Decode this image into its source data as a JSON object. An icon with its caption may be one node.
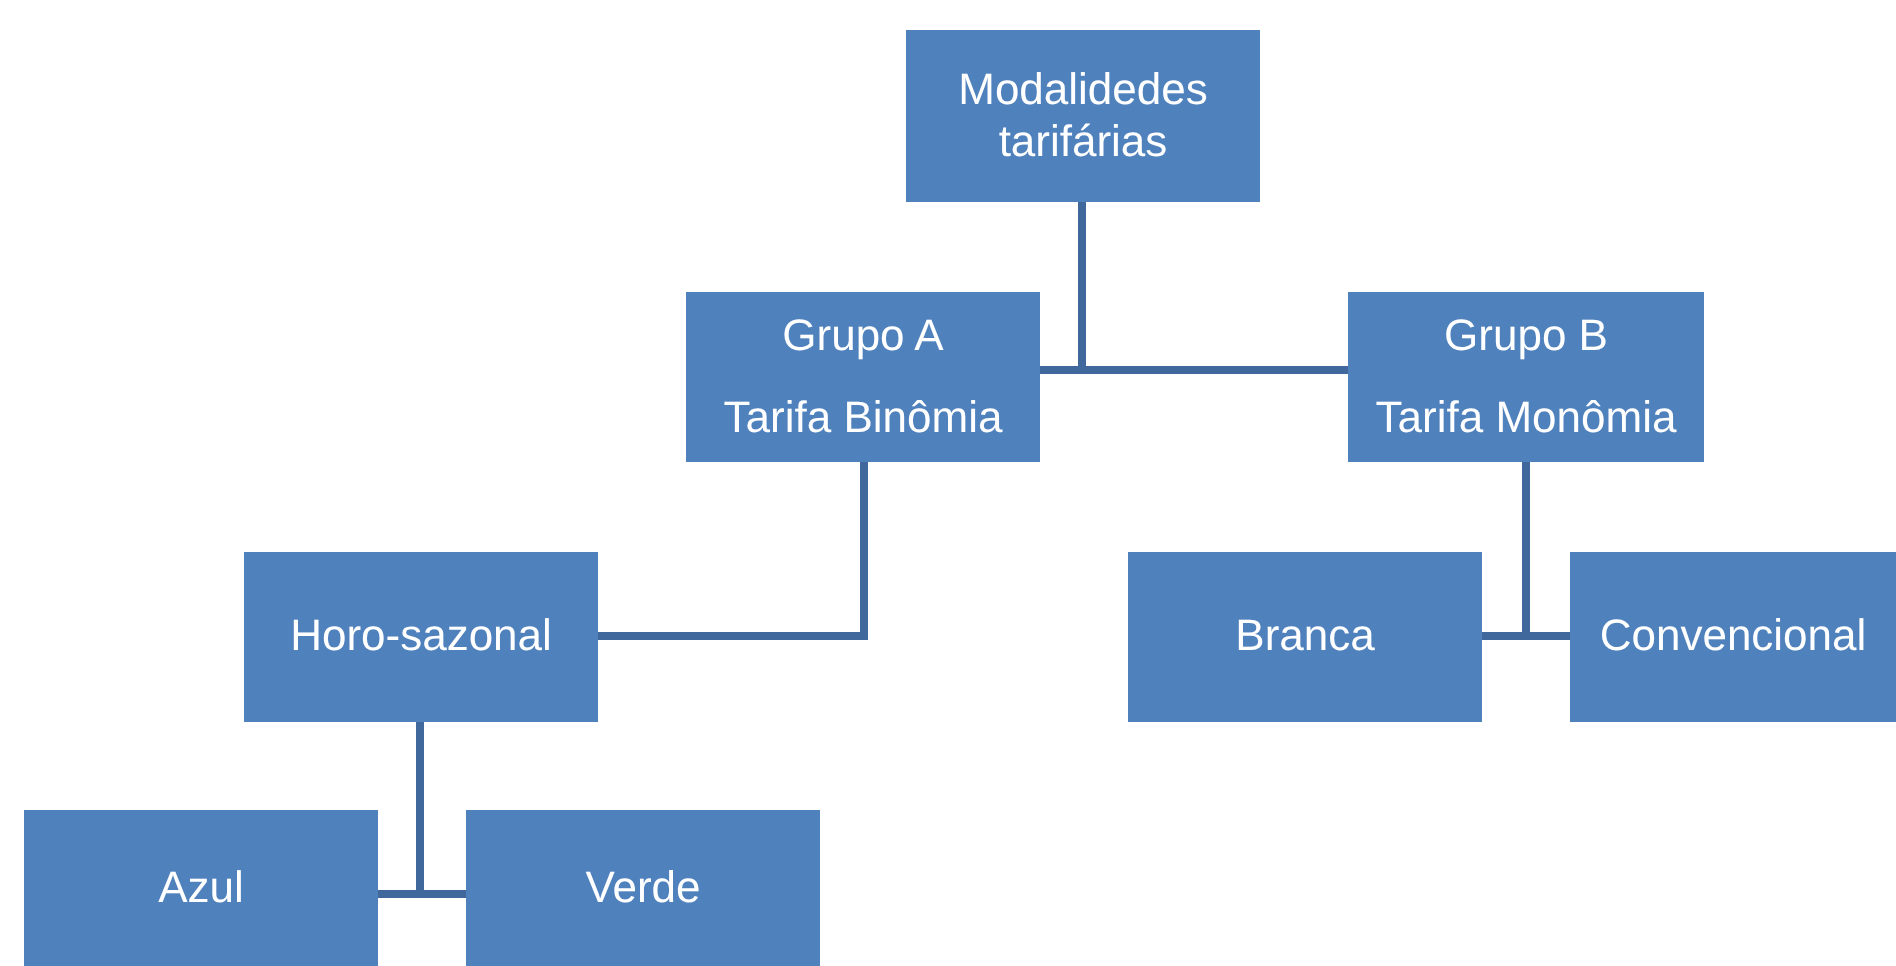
{
  "diagram": {
    "nodes": [
      {
        "text": [
          "Modalidedes tarifárias"
        ]
      },
      {
        "text": [
          "Grupo A",
          "Tarifa Binômia"
        ]
      },
      {
        "text": [
          "Grupo B",
          "Tarifa Monômia"
        ]
      },
      {
        "text": [
          "Horo-sazonal"
        ]
      },
      {
        "text": [
          "Branca"
        ]
      },
      {
        "text": [
          "Convencional"
        ]
      },
      {
        "text": [
          "Azul"
        ]
      },
      {
        "text": [
          "Verde"
        ]
      }
    ],
    "edges": [
      {
        "from": 0,
        "to": 1,
        "arrow": "none"
      },
      {
        "from": 0,
        "to": 2,
        "arrow": "none"
      },
      {
        "from": 1,
        "to": 3,
        "arrow": "none"
      },
      {
        "from": 2,
        "to": 4,
        "arrow": "none"
      },
      {
        "from": 2,
        "to": 5,
        "arrow": "none"
      },
      {
        "from": 3,
        "to": 6,
        "arrow": "none"
      },
      {
        "from": 3,
        "to": 7,
        "arrow": "none"
      }
    ]
  }
}
